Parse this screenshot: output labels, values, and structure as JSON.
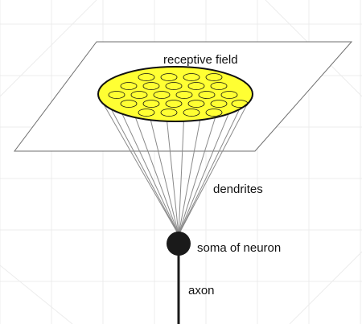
{
  "diagram": {
    "labels": {
      "receptive_field": "receptive field",
      "dendrites": "dendrites",
      "soma": "soma of neuron",
      "axon": "axon"
    },
    "colors": {
      "background": "#ffffff",
      "grid": "#ececec",
      "field_fill": "#ffff33",
      "field_stroke": "#111111",
      "plane_stroke": "#6f6f6f",
      "dendrite_stroke": "#8a8a8a",
      "soma_fill": "#1a1a1a",
      "axon_stroke": "#1a1a1a"
    }
  }
}
